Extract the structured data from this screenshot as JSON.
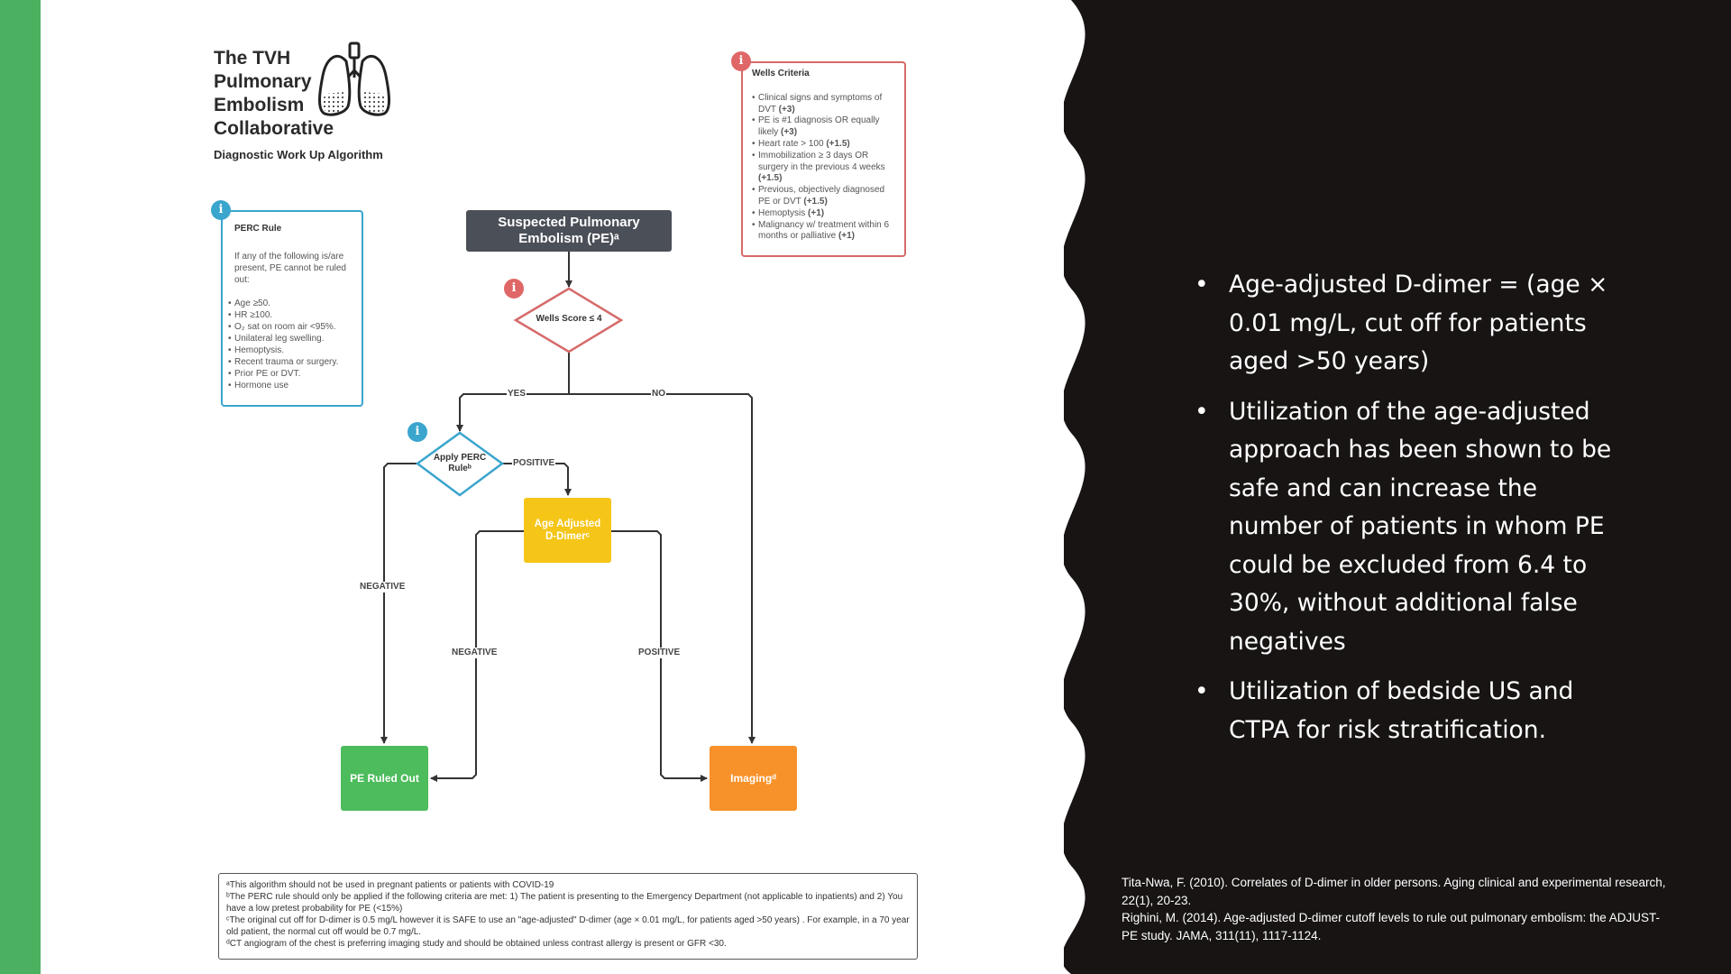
{
  "header": {
    "title_lines": [
      "The TVH",
      "Pulmonary",
      "Embolism",
      "Collaborative"
    ],
    "subtitle": "Diagnostic Work Up Algorithm",
    "logo_icon": "lungs-icon"
  },
  "perc_box": {
    "title": "PERC Rule",
    "intro": "If any of the following is/are present, PE cannot be ruled out:",
    "items": [
      "Age ≥50.",
      "HR ≥100.",
      "O₂ sat on room air <95%.",
      "Unilateral leg swelling.",
      "Hemoptysis.",
      "Recent trauma or surgery.",
      "Prior PE or DVT.",
      "Hormone use"
    ]
  },
  "wells_box": {
    "title": "Wells Criteria",
    "items": [
      {
        "text": "Clinical signs and symptoms of DVT",
        "points": "(+3)"
      },
      {
        "text": "PE is #1 diagnosis OR equally likely",
        "points": "(+3)"
      },
      {
        "text": "Heart rate > 100",
        "points": "(+1.5)"
      },
      {
        "text": "Immobilization ≥ 3 days OR surgery in the previous 4 weeks",
        "points": "(+1.5)"
      },
      {
        "text": "Previous, objectively diagnosed PE or DVT",
        "points": "(+1.5)"
      },
      {
        "text": "Hemoptysis",
        "points": "(+1)"
      },
      {
        "text": "Malignancy w/ treatment within 6 months or palliative",
        "points": "(+1)"
      }
    ]
  },
  "flow": {
    "suspected_line1": "Suspected Pulmonary",
    "suspected_line2": "Embolism (PE)ᵃ",
    "wells_decision": "Wells Score ≤ 4",
    "perc_decision_line1": "Apply PERC",
    "perc_decision_line2": "Ruleᵇ",
    "dimer_line1": "Age Adjusted",
    "dimer_line2": "D-Dimerᶜ",
    "ruled_out": "PE Ruled Out",
    "imaging": "Imagingᵈ",
    "edge_yes": "YES",
    "edge_no": "NO",
    "edge_positive_perc": "POSITIVE",
    "edge_negative_perc": "NEGATIVE",
    "edge_negative_dimer": "NEGATIVE",
    "edge_positive_dimer": "POSITIVE"
  },
  "footnotes": [
    "ᵃThis algorithm should not be used in pregnant patients or patients with COVID-19",
    "ᵇThe PERC rule should only be applied if the following criteria are met: 1) The patient is presenting to the Emergency Department (not applicable to inpatients) and 2) You have a low pretest probability for PE (<15%)",
    "ᶜThe original cut off for D-dimer is 0.5 mg/L however it is SAFE to use an \"age-adjusted\" D-dimer (age × 0.01 mg/L, for patients aged >50 years) . For example, in a 70 year old patient, the normal cut off would be 0.7 mg/L.",
    "ᵈCT angiogram of the chest is preferring imaging study and should be obtained unless contrast allergy is present or GFR <30."
  ],
  "bullets": [
    "Age-adjusted D-dimer = (age × 0.01 mg/L, cut off for patients aged >50 years)",
    "Utilization of the age-adjusted approach has been shown to be safe and can increase the number of patients in whom PE could be excluded from 6.4 to 30%, without additional false negatives",
    "Utilization of bedside US and CTPA for risk stratification."
  ],
  "references": [
    "Tita-Nwa, F. (2010). Correlates of D-dimer in older persons. Aging clinical and experimental research, 22(1), 20-23.",
    "Righini, M. (2014). Age-adjusted D-dimer cutoff levels to rule out pulmonary embolism: the ADJUST-PE study. JAMA, 311(11), 1117-1124."
  ],
  "colors": {
    "green_bar": "#4cb061",
    "dark_panel": "#181414",
    "perc_border": "#3aa5cd",
    "wells_border": "#d66a6a",
    "suspected_fill": "#4b4f57",
    "dimer_fill": "#f5c518",
    "ruled_out_fill": "#4cbc5c",
    "imaging_fill": "#f7922a"
  }
}
